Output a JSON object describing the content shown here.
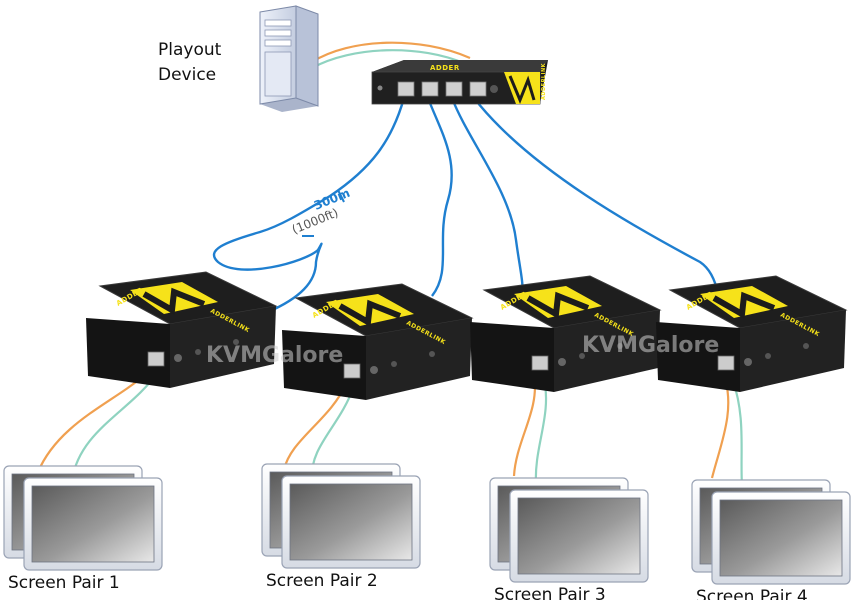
{
  "labels": {
    "source": "Playout\nDevice",
    "distance_m": "300m",
    "distance_ft": "(1000ft)",
    "hub_brand": "ADDER",
    "hub_brand_side": "ADDERLINK",
    "receiver_brand_top": "ADDER",
    "receiver_brand_side": "ADDERLINK",
    "watermark": "KVMGalore"
  },
  "receivers": [
    {
      "label": "Screen Pair 1"
    },
    {
      "label": "Screen Pair 2"
    },
    {
      "label": "Screen Pair 3"
    },
    {
      "label": "Screen Pair 4"
    }
  ],
  "colors": {
    "cat5_cable": "#1f7fd0",
    "vga_cable_orange": "#f0a050",
    "vga_cable_green": "#8fd3c0",
    "device_body": "#1c1c1c",
    "adder_yellow": "#f6e21a",
    "pc_tower": "#d8e0ef"
  },
  "icons": {
    "source": "pc-tower-icon",
    "hub": "adderlink-transmitter-icon",
    "receiver": "adderlink-receiver-icon",
    "screen": "monitor-icon"
  }
}
